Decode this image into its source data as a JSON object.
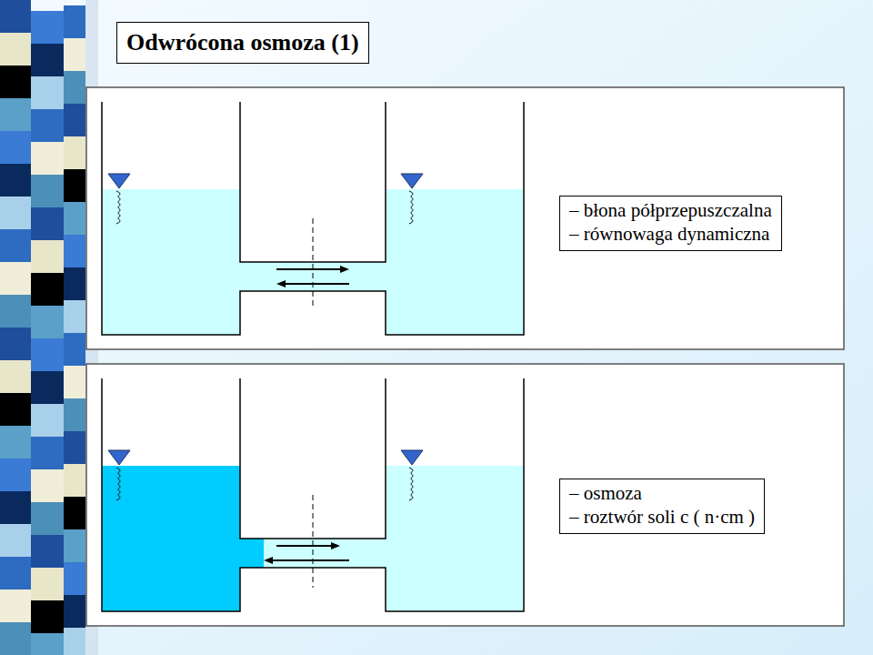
{
  "diagram": {
    "title": "Odwrócona osmoza (1)",
    "nodes": [
      {
        "text": [
          "– błona półprzepuszczalna",
          "– równowaga dynamiczna"
        ]
      },
      {
        "text": [
          "– osmoza",
          "– roztwór soli c ( n·cm )"
        ]
      }
    ]
  }
}
